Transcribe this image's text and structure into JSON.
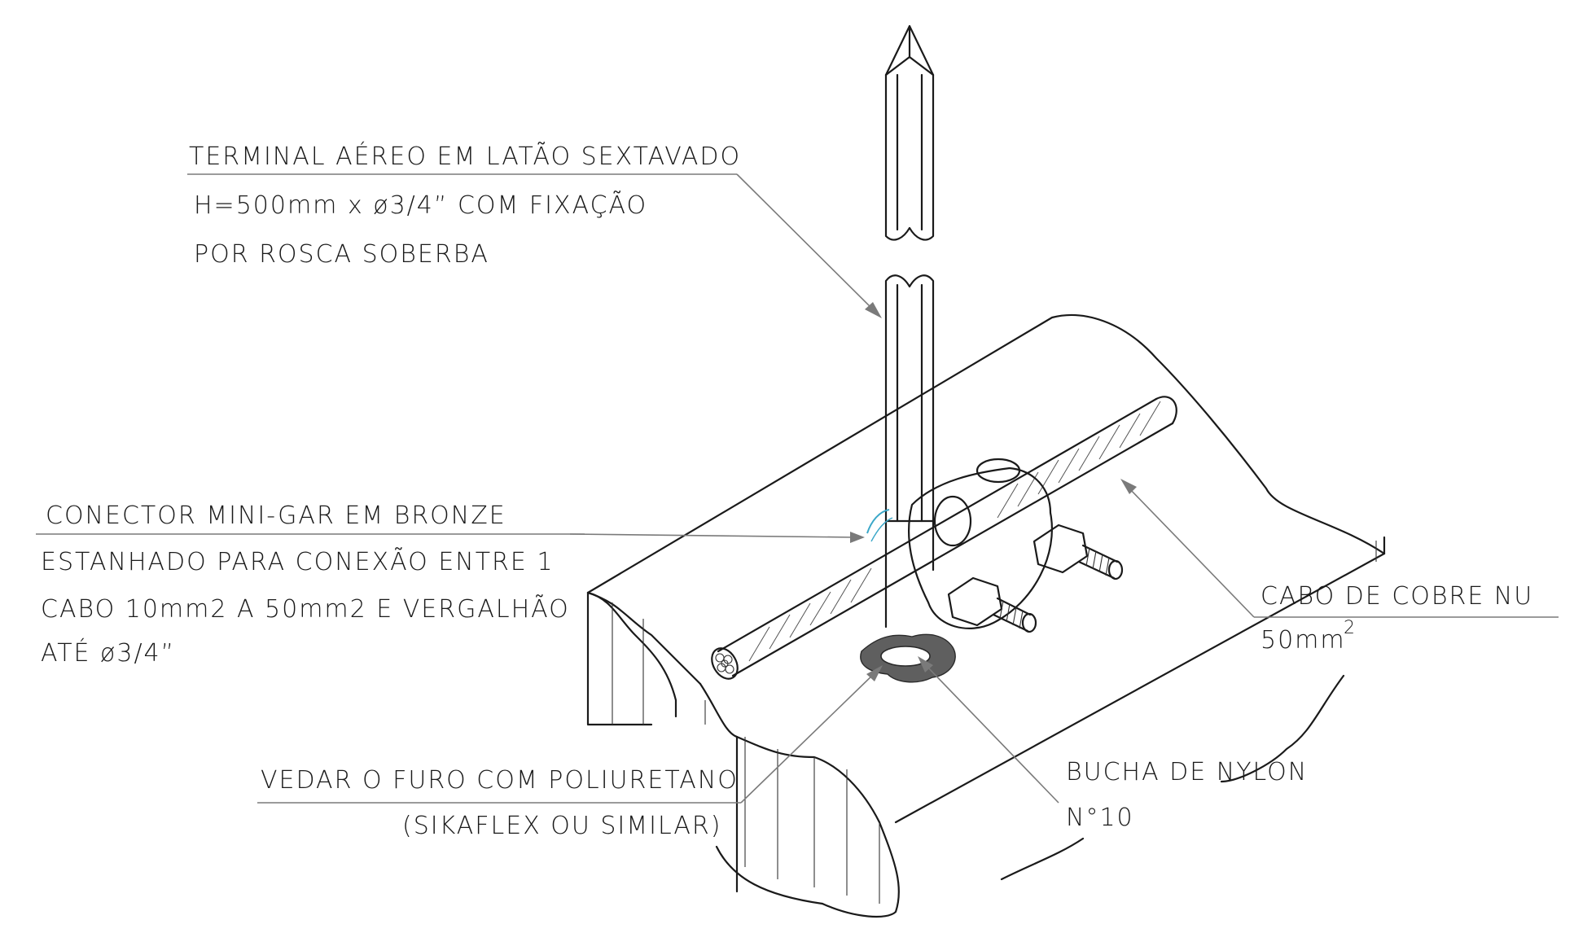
{
  "colors": {
    "line": "#1a1a1a",
    "leader": "#7a7a7a",
    "sealant": "#5f5f5f",
    "accent": "#3aa7c8"
  },
  "labels": {
    "terminal": {
      "line1": "TERMINAL AÉREO EM LATÃO SEXTAVADO",
      "line2": "H=500mm x ø3/4” COM FIXAÇÃO",
      "line3": "POR ROSCA SOBERBA"
    },
    "connector": {
      "line1": "CONECTOR MINI-GAR EM BRONZE",
      "line2": "ESTANHADO PARA CONEXÃO ENTRE 1",
      "line3": "CABO 10mm2 A 50mm2 E VERGALHÃO",
      "line4": "ATÉ ø3/4”"
    },
    "cable": {
      "line1": "CABO DE COBRE NU",
      "line2": "50mm",
      "sup": "2"
    },
    "seal": {
      "line1": "VEDAR O FURO COM POLIURETANO",
      "line2": "(SIKAFLEX OU SIMILAR)"
    },
    "bushing": {
      "line1": "BUCHA DE NYLON",
      "line2": "N°10"
    }
  }
}
